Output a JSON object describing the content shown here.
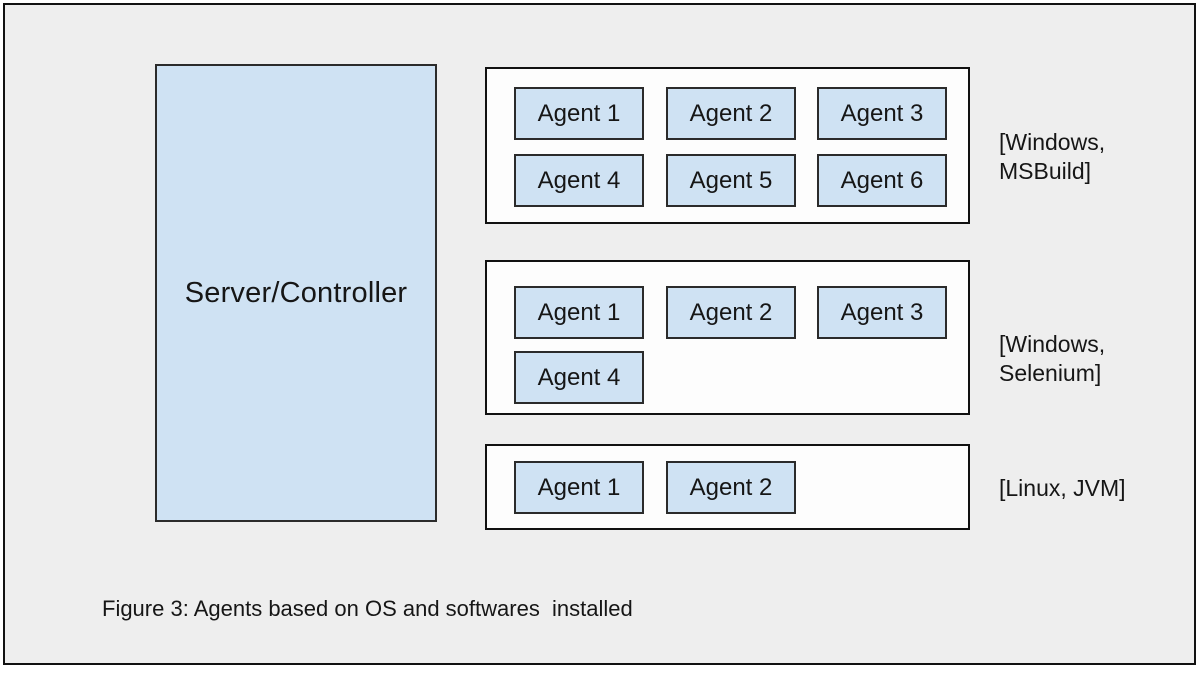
{
  "colors": {
    "frame_background": "#eeeeee",
    "node_fill": "#cfe2f3",
    "node_border": "#2b2b2b",
    "group_fill": "#fdfdfd",
    "group_border": "#111111",
    "text": "#161616"
  },
  "server": {
    "label": "Server/Controller"
  },
  "groups": [
    {
      "id": "windows-msbuild",
      "tag_lines": [
        "[Windows,",
        "MSBuild]"
      ],
      "agents": [
        "Agent 1",
        "Agent 2",
        "Agent 3",
        "Agent 4",
        "Agent 5",
        "Agent 6"
      ]
    },
    {
      "id": "windows-selenium",
      "tag_lines": [
        "[Windows,",
        "Selenium]"
      ],
      "agents": [
        "Agent 1",
        "Agent 2",
        "Agent 3",
        "Agent 4"
      ]
    },
    {
      "id": "linux-jvm",
      "tag_lines": [
        "[Linux, JVM]"
      ],
      "agents": [
        "Agent 1",
        "Agent 2"
      ]
    }
  ],
  "caption": "Figure 3: Agents based on OS and softwares  installed"
}
